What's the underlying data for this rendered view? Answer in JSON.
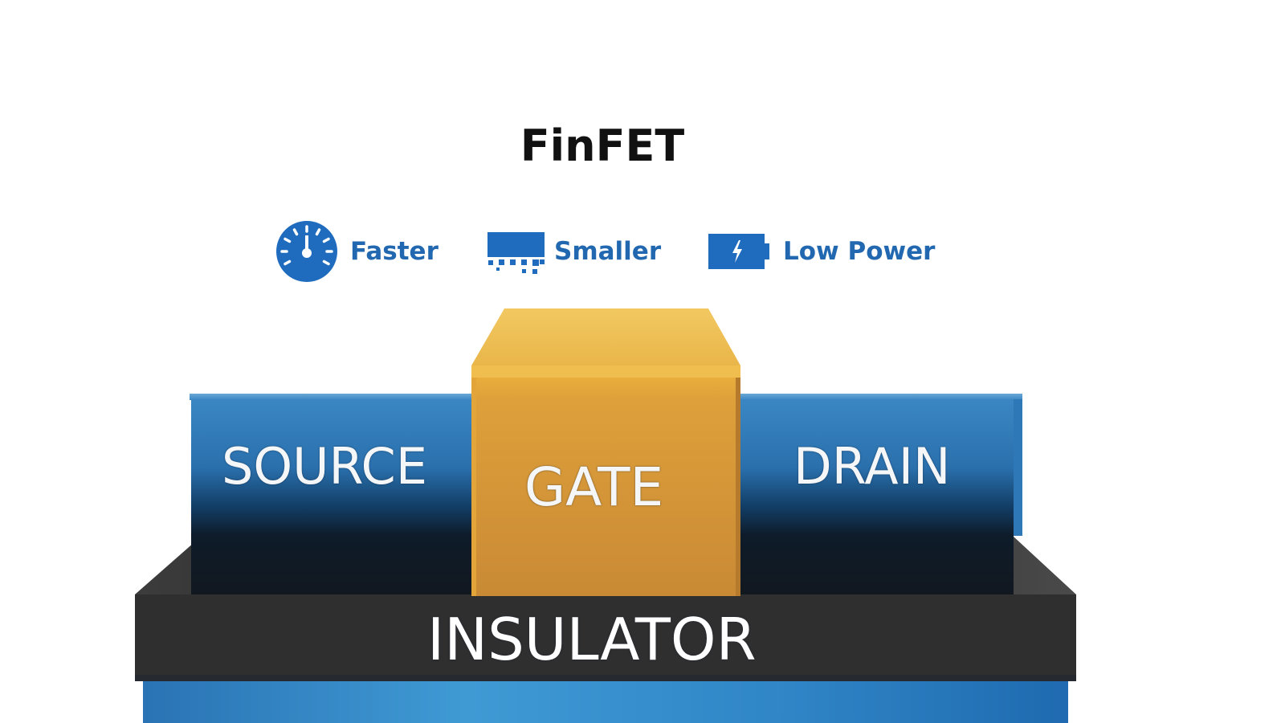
{
  "title": "FinFET",
  "features": [
    {
      "label": "Faster",
      "icon": "speedometer-icon"
    },
    {
      "label": "Smaller",
      "icon": "chip-shrink-icon"
    },
    {
      "label": "Low Power",
      "icon": "battery-icon"
    }
  ],
  "structure": {
    "source": "SOURCE",
    "gate": "GATE",
    "drain": "DRAIN",
    "insulator": "INSULATOR"
  },
  "colors": {
    "accent_blue": "#2168b0",
    "slab_blue": "#2f7ab8",
    "gate_gold": "#d99a33",
    "insulator_dark": "#2e2e2e",
    "substrate_blue": "#2d86c9"
  }
}
